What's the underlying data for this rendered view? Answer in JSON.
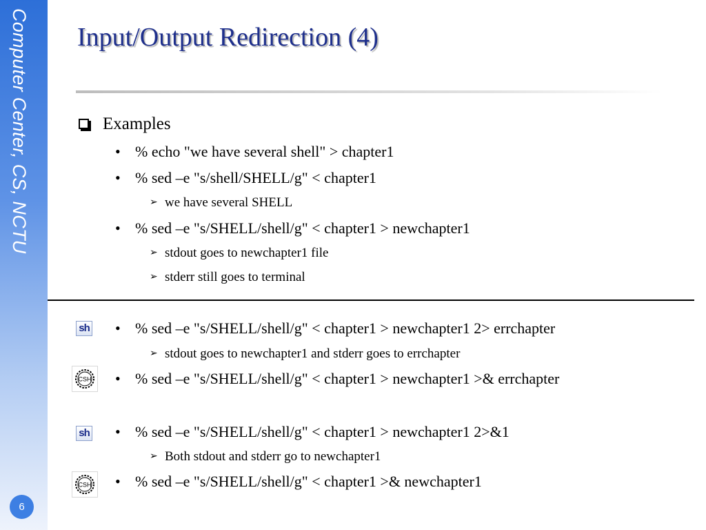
{
  "sidebar": {
    "text": "Computer Center, CS, NCTU",
    "page_number": "6"
  },
  "title": "Input/Output Redirection (4)",
  "heading": "Examples",
  "items": [
    {
      "level": 2,
      "text": "% echo \"we have several shell\" > chapter1"
    },
    {
      "level": 2,
      "text": "% sed –e \"s/shell/SHELL/g\"  <  chapter1"
    },
    {
      "level": 3,
      "text": "we have several SHELL"
    },
    {
      "level": 2,
      "text": "% sed –e \"s/SHELL/shell/g\"  <  chapter1 > newchapter1"
    },
    {
      "level": 3,
      "text": "stdout goes to newchapter1 file"
    },
    {
      "level": 3,
      "text": "stderr still goes to terminal"
    },
    {
      "level": 2,
      "text": "% sed –e \"s/SHELL/shell/g\" < chapter1 > newchapter1 2> errchapter"
    },
    {
      "level": 3,
      "text": "stdout goes to newchapter1 and stderr goes to errchapter"
    },
    {
      "level": 2,
      "text": "% sed –e \"s/SHELL/shell/g\" < chapter1 > newchapter1 >& errchapter"
    },
    {
      "level": 2,
      "text": "% sed –e \"s/SHELL/shell/g\" < chapter1 > newchapter1 2>&1"
    },
    {
      "level": 3,
      "text": "Both stdout and stderr go to newchapter1"
    },
    {
      "level": 2,
      "text": "% sed –e \"s/SHELL/shell/g\" < chapter1 >& newchapter1"
    }
  ],
  "icons": {
    "sh_label": "sh",
    "csh_label": "CSH"
  },
  "colors": {
    "title": "#1e2f8c",
    "sidebar": "#2d6fd8"
  }
}
